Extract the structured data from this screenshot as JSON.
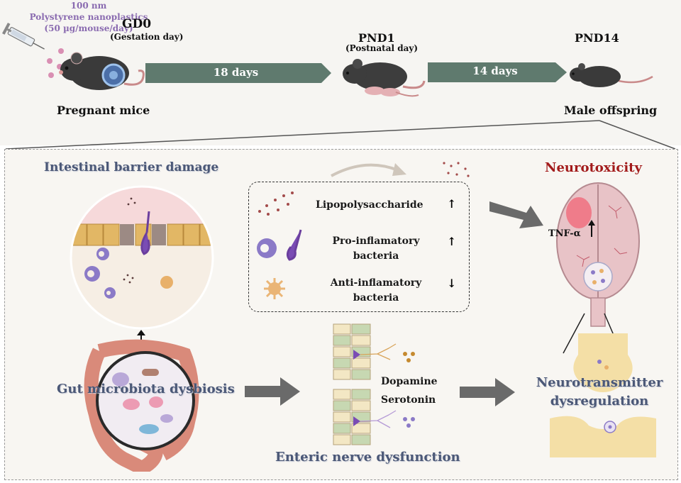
{
  "colors": {
    "purple_text": "#8a6bb0",
    "arrow_green": "#5f7a6e",
    "title_blue": "#4b5877",
    "title_red": "#a21b1b"
  },
  "dose": {
    "line1": "100 nm",
    "line2": "Polystyrene nanoplastics",
    "line3": "(50 µg/mouse/day)"
  },
  "timeline": {
    "gd0": "GD0",
    "gd0_sub": "(Gestation day)",
    "pnd1": "PND1",
    "pnd1_sub": "(Postnatal day)",
    "pnd14": "PND14",
    "arrow1": "18 days",
    "arrow2": "14 days",
    "pregnant": "Pregnant mice",
    "offspring": "Male offspring"
  },
  "panels": {
    "intestinal": "Intestinal barrier damage",
    "neurotoxicity": "Neurotoxicity",
    "tnf": "TNF-α",
    "gut": "Gut microbiota dysbiosis",
    "enteric": "Enteric nerve dysfunction",
    "neurotransmitter_line1": "Neurotransmitter",
    "neurotransmitter_line2": "dysregulation",
    "dopamine": "Dopamine",
    "serotonin": "Serotonin"
  },
  "markers": {
    "lps": "Lipopolysaccharide",
    "lps_dir": "↑",
    "pro_line1": "Pro-inflamatory",
    "pro_line2": "bacteria",
    "pro_dir": "↑",
    "anti_line1": "Anti-inflamatory",
    "anti_line2": "bacteria",
    "anti_dir": "↓"
  },
  "icons": [
    "syringe-icon",
    "mouse-icon",
    "brain-icon",
    "intestine-icon",
    "neuron-icon",
    "synapse-icon",
    "macrophage-icon"
  ]
}
